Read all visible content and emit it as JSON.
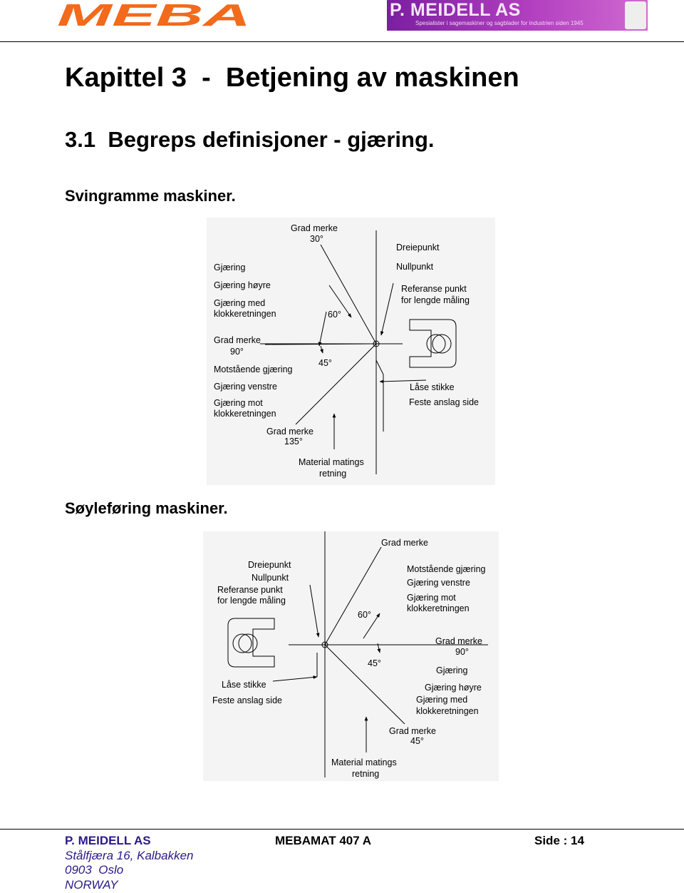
{
  "header": {
    "logo_text": "MEBA",
    "banner": {
      "name": "P. MEIDELL AS",
      "tagline": "Spesialister i sagemaskiner og sagblader for industrien siden 1945"
    }
  },
  "chapter_title": "Kapittel 3  -  Betjening av maskinen",
  "section_title": "3.1  Begreps definisjoner - gjæring.",
  "swing_frame": {
    "heading": "Svingramme maskiner.",
    "labels": {
      "grad_merke_30": "Grad merke",
      "deg_30": "30°",
      "dreiepunkt": "Dreiepunkt",
      "nullpunkt": "Nullpunkt",
      "gjaering": "Gjæring",
      "gjaering_hoyre": "Gjæring høyre",
      "gjaering_med": "Gjæring med",
      "klokkeretningen_1": "klokkeretningen",
      "referanse_punkt": "Referanse punkt",
      "for_lengde_maaling": "for lengde måling",
      "deg_60": "60°",
      "grad_merke_90": "Grad merke",
      "deg_90": "90°",
      "deg_45": "45°",
      "motstaaende_gjaering": "Motstående gjæring",
      "gjaering_venstre": "Gjæring venstre",
      "gjaering_mot": "Gjæring mot",
      "klokkeretningen_2": "klokkeretningen",
      "laase_stikke": "Låse stikke",
      "feste_anslag_side": "Feste anslag side",
      "grad_merke_135": "Grad merke",
      "deg_135": "135°",
      "material_matings": "Material matings",
      "retning": "retning"
    }
  },
  "column_guide": {
    "heading": "Søyleføring maskiner.",
    "labels": {
      "grad_merke_top": "Grad merke",
      "dreiepunkt": "Dreiepunkt",
      "nullpunkt": "Nullpunkt",
      "referanse_punkt": "Referanse punkt",
      "for_lengde_maaling": "for lengde måling",
      "motstaaende_gjaering": "Motstående gjæring",
      "gjaering_venstre": "Gjæring venstre",
      "gjaering_mot": "Gjæring mot",
      "klokkeretningen_1": "klokkeretningen",
      "deg_60": "60°",
      "grad_merke_90": "Grad merke",
      "deg_90": "90°",
      "deg_45_mid": "45°",
      "gjaering": "Gjæring",
      "laase_stikke": "Låse stikke",
      "feste_anslag_side": "Feste anslag side",
      "gjaering_hoyre": "Gjæring høyre",
      "gjaering_med": "Gjæring med",
      "klokkeretningen_2": "klokkeretningen",
      "grad_merke_45": "Grad merke",
      "deg_45_low": "45°",
      "material_matings": "Material matings",
      "retning": "retning"
    }
  },
  "footer": {
    "company": "P. MEIDELL AS",
    "street": "Stålfjæra 16, Kalbakken",
    "city": "0903  Oslo",
    "country": "NORWAY",
    "model": "MEBAMAT 407 A",
    "page": "Side : 14"
  },
  "colors": {
    "logo": "#f26a1b",
    "banner": "#9b32b5",
    "footer_text": "#2a1a8a"
  }
}
